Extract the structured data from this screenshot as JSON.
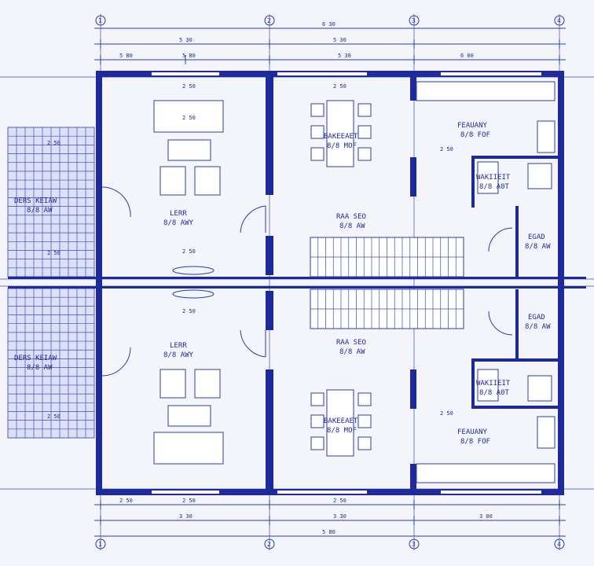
{
  "dimensions": {
    "top_row1": [
      "5 30",
      "5 30"
    ],
    "top_row2": [
      "5 80",
      "5 80",
      "5 30",
      "6 00"
    ],
    "top_overall": "6 30",
    "bottom_row1": [
      "2 50",
      "2 50",
      "2 50"
    ],
    "bottom_row2": [
      "3 30",
      "3 30",
      "3 00"
    ],
    "bottom_overall": "5 80",
    "interior": [
      "2 50",
      "2 50",
      "2 50",
      "2 50",
      "2 50",
      "2 50",
      "2 50",
      "2 50",
      "2 50",
      "2 50"
    ]
  },
  "grid_bubbles": {
    "top": [
      "1",
      "2",
      "3",
      "4"
    ],
    "bottom": [
      "1",
      "2",
      "3",
      "4"
    ]
  },
  "rooms": {
    "upper": [
      {
        "name": "DERS KEIAW",
        "area": "8/8 AW"
      },
      {
        "name": "LERR",
        "area": "8/8 AWY"
      },
      {
        "name": "BAKEEAET",
        "area": "8/8 MOF"
      },
      {
        "name": "RAA SEO",
        "area": "8/8 AW"
      },
      {
        "name": "FEAUANY",
        "area": "8/8 FOF"
      },
      {
        "name": "WAKIIEIT",
        "area": "8/8 A0T"
      },
      {
        "name": "EGAD",
        "area": "8/8 AW"
      }
    ],
    "lower": [
      {
        "name": "DERS KEIAW",
        "area": "8/8 AW"
      },
      {
        "name": "LERR",
        "area": "8/8 AWY"
      },
      {
        "name": "BAKEEAET",
        "area": "8/8 MOF"
      },
      {
        "name": "RAA SEO",
        "area": "8/8 AW"
      },
      {
        "name": "FEAUANY",
        "area": "8/8 FOF"
      },
      {
        "name": "WAKIIEIT",
        "area": "8/8 A0T"
      },
      {
        "name": "EGAD",
        "area": "8/8 AW"
      }
    ]
  }
}
